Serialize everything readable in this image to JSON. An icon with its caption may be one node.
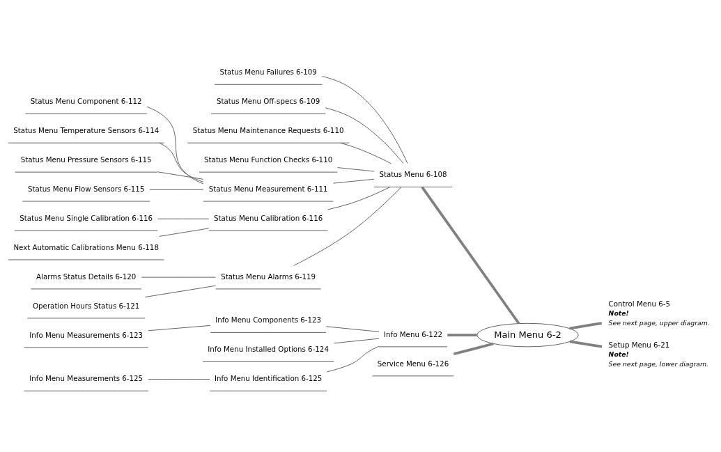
{
  "diagram": {
    "nodes": [
      {
        "text": [
          "Main Menu 6-2"
        ]
      },
      {
        "text": [
          "Status Menu 6-108"
        ]
      },
      {
        "text": [
          "Status Menu Failures 6-109"
        ]
      },
      {
        "text": [
          "Status Menu Off-specs 6-109"
        ]
      },
      {
        "text": [
          "Status Menu Maintenance Requests 6-110"
        ]
      },
      {
        "text": [
          "Status Menu Function Checks 6-110"
        ]
      },
      {
        "text": [
          "Status Menu Measurement 6-111"
        ]
      },
      {
        "text": [
          "Status Menu Component 6-112"
        ]
      },
      {
        "text": [
          "Status Menu Temperature Sensors 6-114"
        ]
      },
      {
        "text": [
          "Status Menu Pressure Sensors 6-115"
        ]
      },
      {
        "text": [
          "Status Menu Flow Sensors 6-115"
        ]
      },
      {
        "text": [
          "Status Menu Calibration 6-116"
        ]
      },
      {
        "text": [
          "Status Menu Single Calibration 6-116"
        ]
      },
      {
        "text": [
          "Next Automatic Calibrations Menu 6-118"
        ]
      },
      {
        "text": [
          "Status Menu Alarms 6-119"
        ]
      },
      {
        "text": [
          "Alarms Status Details 6-120"
        ]
      },
      {
        "text": [
          "Operation Hours Status 6-121"
        ]
      },
      {
        "text": [
          "Control Menu 6-5"
        ],
        "beside": [
          "Note!",
          "See next page, upper diagram."
        ]
      },
      {
        "text": [
          "Setup Menu 6-21"
        ],
        "beside": [
          "Note!",
          "See next page, lower diagram."
        ]
      },
      {
        "text": [
          "Info Menu 6-122"
        ]
      },
      {
        "text": [
          "Info Menu Components 6-123"
        ]
      },
      {
        "text": [
          "Info Menu Measurements 6-123"
        ]
      },
      {
        "text": [
          "Info Menu Installed Options 6-124"
        ]
      },
      {
        "text": [
          "Info Menu Identification 6-125"
        ]
      },
      {
        "text": [
          "Info Menu Measurements 6-125"
        ]
      },
      {
        "text": [
          "Service Menu 6-126"
        ]
      }
    ],
    "edges": [
      {
        "from": 0,
        "to": 1,
        "arrow": "none",
        "style": "thick",
        "color": "#808080"
      },
      {
        "from": 1,
        "to": 2,
        "arrow": "none"
      },
      {
        "from": 1,
        "to": 3,
        "arrow": "none"
      },
      {
        "from": 1,
        "to": 4,
        "arrow": "none"
      },
      {
        "from": 1,
        "to": 5,
        "arrow": "none"
      },
      {
        "from": 1,
        "to": 6,
        "arrow": "none"
      },
      {
        "from": 6,
        "to": 7,
        "arrow": "none"
      },
      {
        "from": 6,
        "to": 8,
        "arrow": "none"
      },
      {
        "from": 6,
        "to": 9,
        "arrow": "none"
      },
      {
        "from": 6,
        "to": 10,
        "arrow": "none"
      },
      {
        "from": 1,
        "to": 11,
        "arrow": "none"
      },
      {
        "from": 11,
        "to": 12,
        "arrow": "none"
      },
      {
        "from": 11,
        "to": 13,
        "arrow": "none"
      },
      {
        "from": 1,
        "to": 14,
        "arrow": "none"
      },
      {
        "from": 14,
        "to": 15,
        "arrow": "none"
      },
      {
        "from": 14,
        "to": 16,
        "arrow": "none"
      },
      {
        "from": 0,
        "to": 17,
        "arrow": "none",
        "style": "thick",
        "color": "#808080"
      },
      {
        "from": 0,
        "to": 18,
        "arrow": "none",
        "style": "thick",
        "color": "#808080"
      },
      {
        "from": 0,
        "to": 19,
        "arrow": "none",
        "style": "thick",
        "color": "#808080"
      },
      {
        "from": 19,
        "to": 20,
        "arrow": "none"
      },
      {
        "from": 20,
        "to": 21,
        "arrow": "none"
      },
      {
        "from": 19,
        "to": 22,
        "arrow": "none"
      },
      {
        "from": 19,
        "to": 23,
        "arrow": "none"
      },
      {
        "from": 23,
        "to": 24,
        "arrow": "none"
      },
      {
        "from": 0,
        "to": 25,
        "arrow": "none",
        "style": "thick",
        "color": "#808080"
      }
    ]
  }
}
